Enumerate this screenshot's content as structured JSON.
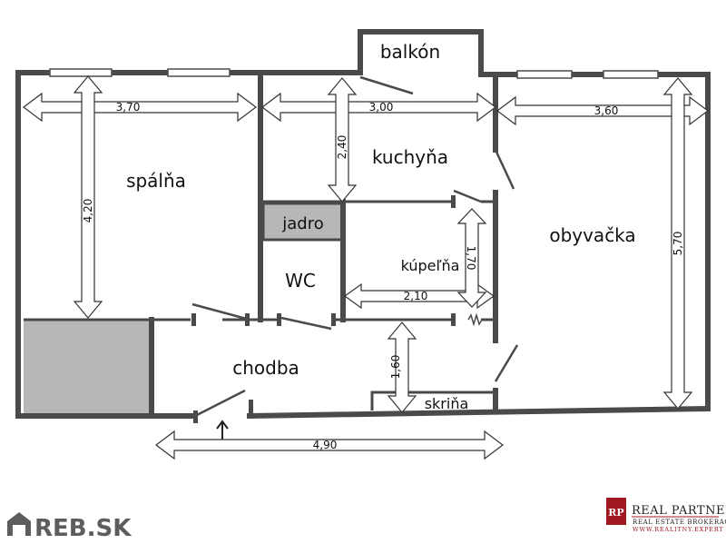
{
  "rooms": {
    "balkon": "balkón",
    "spalna": "spálňa",
    "kuchyna": "kuchyňa",
    "jadro": "jadro",
    "wc": "WC",
    "kupelna": "kúpeľňa",
    "obyvacka": "obyvačka",
    "chodba": "chodba",
    "skrina": "skriňa"
  },
  "dimensions": {
    "spalna_width": "3,70",
    "spalna_height": "4,20",
    "kuchyna_width": "3,00",
    "kuchyna_height": "2,40",
    "obyvacka_width": "3,60",
    "obyvacka_height": "5,70",
    "kupelna_width": "2,10",
    "kupelna_height": "1,70",
    "chodba_height": "1,60",
    "total_width": "4,90"
  },
  "logos": {
    "reb": "REB.SK",
    "rp_mark": "RP",
    "rp_title": "Real Partners",
    "rp_subtitle": "Real Estate Brokerage",
    "rp_url": "www.realitny.expert"
  },
  "colors": {
    "wall": "#4a4a4a",
    "fill_gray": "#b7b7b7",
    "brand_red": "#a01820",
    "reb_gray": "#5d5d5d"
  }
}
